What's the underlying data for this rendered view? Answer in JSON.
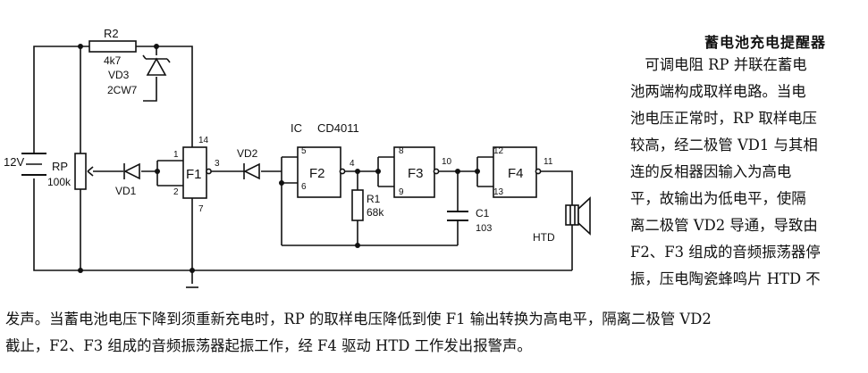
{
  "article": {
    "title": "蓄电池充电提醒器",
    "side_lines": [
      "　可调电阻 RP 并联在蓄电",
      "池两端构成取样电路。当电",
      "池电压正常时，RP 取样电压",
      "较高，经二极管 VD1 与其相",
      "连的反相器因输入为高电",
      "平，故输出为低电平，使隔",
      "离二极管 VD2 导通，导致由",
      "F2、F3 组成的音频振荡器停",
      "振，压电陶瓷蜂鸣片 HTD 不"
    ],
    "full_lines": [
      "发声。当蓄电池电压下降到须重新充电时，RP 的取样电压降低到使 F1 输出转换为高电平，隔离二极管 VD2",
      "截止，F2、F3 组成的音频振荡器起振工作，经 F4 驱动 HTD 工作发出报警声。"
    ]
  },
  "circuit": {
    "r2_label": "R2",
    "r2_value": "4k7",
    "vd3_label": "VD3",
    "vd3_value": "2CW7",
    "battery_label": "12V",
    "rp_label": "RP",
    "rp_value": "100k",
    "vd1_label": "VD1",
    "vd2_label": "VD2",
    "ic_label": "IC",
    "ic_model": "CD4011",
    "f1_label": "F1",
    "f2_label": "F2",
    "f3_label": "F3",
    "f4_label": "F4",
    "r1_label": "R1",
    "r1_value": "68k",
    "c1_label": "C1",
    "c1_value": "103",
    "htd_label": "HTD",
    "pin_1": "1",
    "pin_2": "2",
    "pin_3": "3",
    "pin_4": "4",
    "pin_5": "5",
    "pin_6": "6",
    "pin_7": "7",
    "pin_8": "8",
    "pin_9": "9",
    "pin_10": "10",
    "pin_11": "11",
    "pin_12": "12",
    "pin_13": "13",
    "pin_14": "14"
  }
}
